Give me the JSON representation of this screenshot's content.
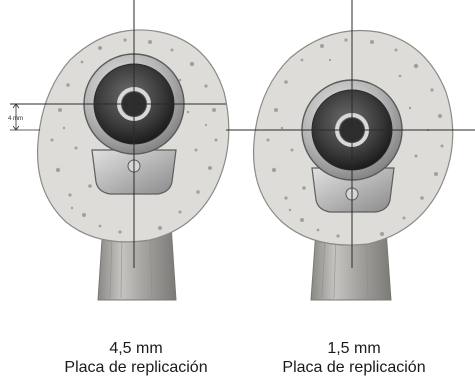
{
  "diagram": {
    "offset_marker_label": "4 mm",
    "captions": [
      {
        "size": "4,5 mm",
        "label": "Placa de replicación"
      },
      {
        "size": "1,5 mm",
        "label": "Placa de replicación"
      }
    ]
  },
  "colors": {
    "bone_fill": "#dddcd8",
    "bone_outline": "#8c8a86",
    "pore": "#8e8c88",
    "plate_metal": "#b9b9b9",
    "implant_dark": "#404040",
    "shaft": "#a9a7a3",
    "crosshair": "#2b2b2b",
    "caption_text": "#1a1a1a"
  }
}
